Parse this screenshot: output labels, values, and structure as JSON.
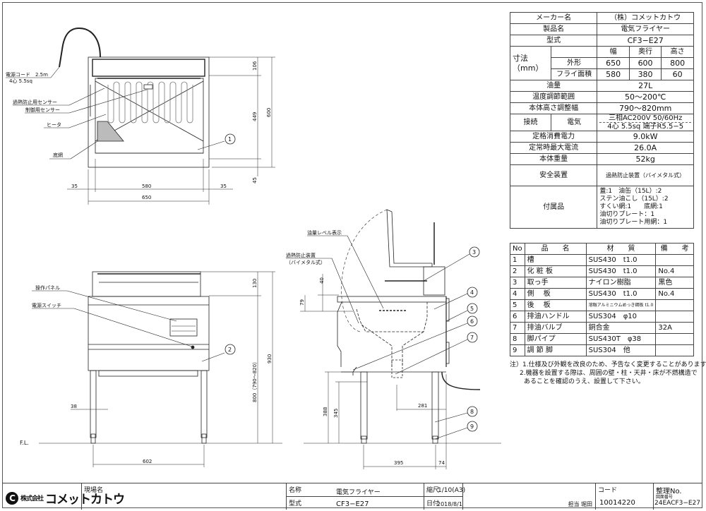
{
  "spec_table": {
    "maker_label": "メーカー名",
    "maker_value": "（株）コメットカトウ",
    "product_label": "製品名",
    "product_value": "電気フライヤー",
    "model_label": "型式",
    "model_value": "CF3−E27",
    "dim_label": "寸法",
    "dim_unit": "（mm）",
    "dim_headers": [
      "幅",
      "奥行",
      "高さ"
    ],
    "dim_rows": [
      {
        "label": "外形",
        "values": [
          "650",
          "600",
          "800"
        ]
      },
      {
        "label": "フライ面積",
        "values": [
          "580",
          "380",
          "60"
        ]
      }
    ],
    "oil_label": "油量",
    "oil_value": "27L",
    "temp_label": "温度調節範囲",
    "temp_value": "50〜200℃",
    "height_label": "本体高さ調整幅",
    "height_value": "790〜820mm",
    "conn_label": "接続",
    "conn_sub": "電気",
    "conn_line1": "三相AC200V  50/60Hz",
    "conn_line2": "4心 5.5sq  端子R5.5−5",
    "power_label": "定格消費電力",
    "power_value": "9.0kW",
    "current_label": "定常時最大電流",
    "current_value": "26.0A",
    "weight_label": "本体重量",
    "weight_value": "52kg",
    "safety_label": "安全装置",
    "safety_value": "過熱防止装置（バイメタル式）",
    "acc_label": "付属品",
    "acc_lines": [
      "蓋:1　油缶（15L）:2",
      "ステン油こし（15L）:2",
      "すくい網:1　　底網:1",
      "油切りプレート：1",
      "油切りプレート用網：1"
    ]
  },
  "parts_table": {
    "headers": [
      "No",
      "品　　名",
      "材　　質",
      "備　　考"
    ],
    "rows": [
      [
        "1",
        "槽",
        "SUS430　t1.0",
        ""
      ],
      [
        "2",
        "化 粧 板",
        "SUS430　t1.0",
        "No.4"
      ],
      [
        "3",
        "取っ手",
        "ナイロン樹脂",
        "黒色"
      ],
      [
        "4",
        "側　 板",
        "SUS430　t1.0",
        "No.4"
      ],
      [
        "5",
        "後　 板",
        "溶融アルミニウムめっき鋼板 t1.0",
        ""
      ],
      [
        "6",
        "排油ハンドル",
        "SUS304　φ10",
        ""
      ],
      [
        "7",
        "排油バルブ",
        "銅合金",
        "32A"
      ],
      [
        "8",
        "脚パイプ",
        "SUS430T　φ38",
        ""
      ],
      [
        "9",
        "調 節 脚",
        "SUS304　他",
        ""
      ]
    ]
  },
  "notes": {
    "prefix": "注）",
    "lines": [
      "1.仕様及び外観を改良のため、予告なく変更することがあります。",
      "2.機器を設置する際は、周囲の壁・柱・天井・床が不燃構造で",
      "あることを確認のうえ、設置して下さい。"
    ]
  },
  "top_view": {
    "cord_line1": "電源コード　2.5m",
    "cord_line2": "4心 5.5sq",
    "overheat_sensor": "過熱防止用センサー",
    "control_sensor": "制御用センサー",
    "heater": "ヒータ",
    "bottom_net": "底網",
    "balloon": "1",
    "dims": {
      "top": "106",
      "middle": "449",
      "total": "600",
      "bottom": "45",
      "left": "35",
      "inner": "580",
      "right": "35",
      "width": "650"
    }
  },
  "front_view": {
    "panel": "操作パネル",
    "switch": "電源スイッチ",
    "balloon": "2",
    "fl": "F.L.",
    "dims": {
      "leg": "38",
      "leg_span": "602",
      "top": "130",
      "height": "800（790〜820）",
      "total": "930"
    }
  },
  "side_view": {
    "oil_level": "油量レベル表示",
    "overheat_line1": "過熱防止装置",
    "overheat_line2": "（バイメタル式）",
    "balloons": [
      "3",
      "4",
      "5",
      "6",
      "7",
      "8",
      "9"
    ],
    "dims": {
      "d40": "40",
      "d79": "79",
      "d281": "281",
      "d388": "388",
      "d345": "345",
      "d395": "395",
      "d74": "74"
    }
  },
  "title_block": {
    "company_mark": "C",
    "company_small": "株式会社",
    "company": "コメットカトウ",
    "site_label": "現場名",
    "name_label": "名称",
    "name_value": "電気フライヤー",
    "model_label": "型式",
    "model_value": "CF3−E27",
    "scale_label": "縮尺",
    "scale_value": "1/10(A3)",
    "date_label": "日付",
    "date_value": "2018/8/1",
    "person": "担当 堀田",
    "code_label": "コード",
    "code_value": "10014220",
    "ref_label": "整理No.",
    "drawing_label": "図面番号",
    "ref_value": "24EACF3−E27"
  }
}
